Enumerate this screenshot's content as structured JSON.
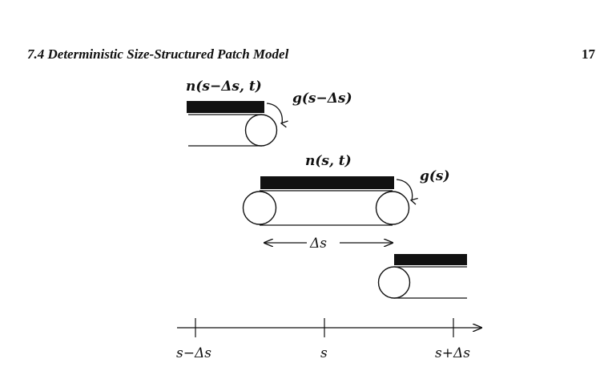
{
  "header": {
    "running_title": "7.4 Deterministic Size-Structured Patch Model",
    "page_number": "17"
  },
  "figure": {
    "conveyors": {
      "left": {
        "density_label": "n(s−Δs, t)",
        "growth_label": "g(s−Δs)"
      },
      "center": {
        "density_label": "n(s, t)",
        "growth_label": "g(s)"
      }
    },
    "interval_label": "Δs",
    "axis": {
      "ticks": [
        "s−Δs",
        "s",
        "s+Δs"
      ]
    }
  }
}
